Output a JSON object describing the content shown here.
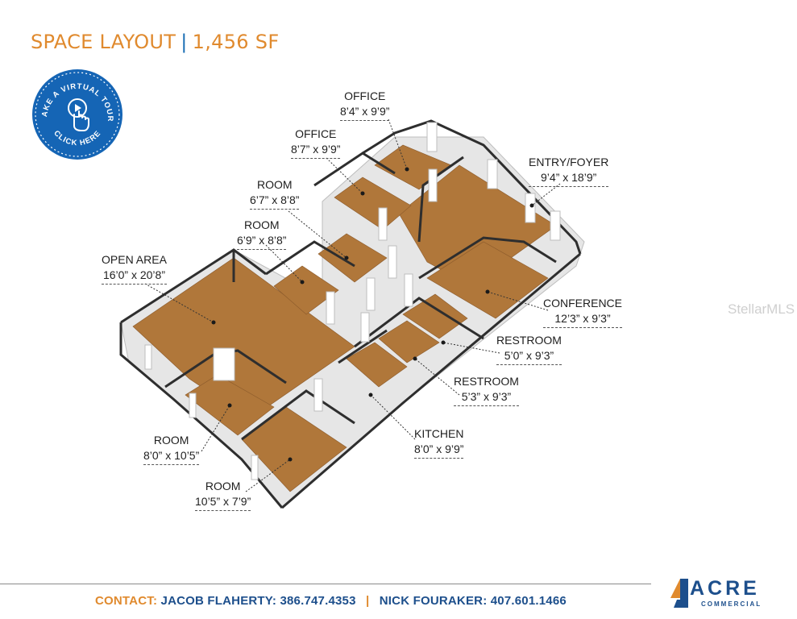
{
  "header": {
    "title": "SPACE LAYOUT",
    "separator": "|",
    "size": "1,456 SF"
  },
  "badge": {
    "text": "TAKE A VIRTUAL TOUR",
    "cta": "CLICK HERE",
    "icon": "hand-pointer-play-icon"
  },
  "rooms": [
    {
      "name": "OFFICE",
      "dim": "8’4” x 9’9”"
    },
    {
      "name": "OFFICE",
      "dim": "8’7” x 9’9”"
    },
    {
      "name": "ENTRY/FOYER",
      "dim": "9’4” x 18’9”"
    },
    {
      "name": "ROOM",
      "dim": "6’7” x 8’8”"
    },
    {
      "name": "ROOM",
      "dim": "6’9” x 8’8”"
    },
    {
      "name": "OPEN AREA",
      "dim": "16’0” x 20’8”"
    },
    {
      "name": "CONFERENCE",
      "dim": "12’3” x 9’3”"
    },
    {
      "name": "RESTROOM",
      "dim": "5’0” x 9’3”"
    },
    {
      "name": "RESTROOM",
      "dim": "5’3” x 9’3”"
    },
    {
      "name": "KITCHEN",
      "dim": "8’0” x 9’9”"
    },
    {
      "name": "ROOM",
      "dim": "8’0” x 10’5”"
    },
    {
      "name": "ROOM",
      "dim": "10’5” x 7’9”"
    }
  ],
  "watermark": "StellarMLS",
  "footer": {
    "contact_label": "CONTACT:",
    "contact1": "JACOB FLAHERTY: 386.747.4353",
    "separator": "|",
    "contact2": "NICK FOURAKER: 407.601.1466"
  },
  "logo": {
    "name": "ACRE",
    "sub": "COMMERCIAL",
    "mark": "acre-logo-icon"
  },
  "colors": {
    "accent_orange": "#e08a2e",
    "brand_blue": "#1d4f8c",
    "badge_blue": "#1565b5",
    "floor": "#b0773a",
    "wall": "#f2f2f2",
    "wall_top": "#2e2e2e"
  }
}
